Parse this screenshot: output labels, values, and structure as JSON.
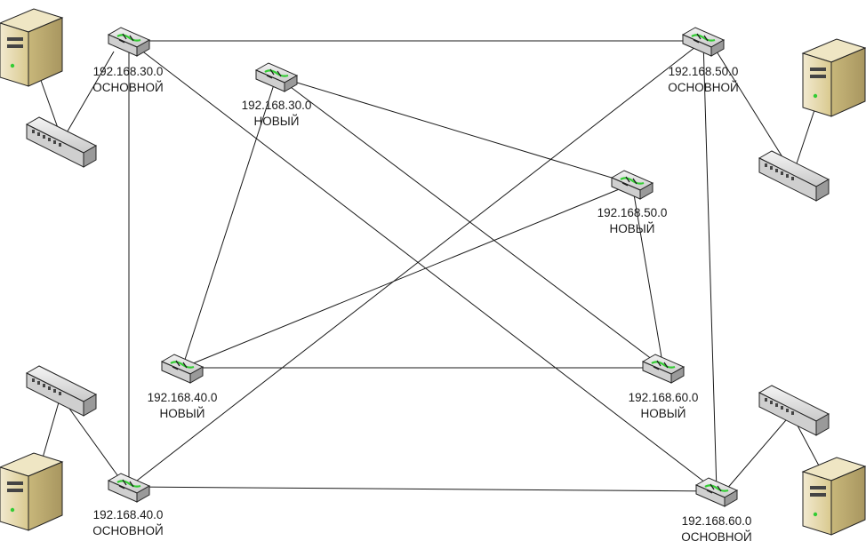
{
  "routers": {
    "r30_main": {
      "ip": "192.168.30.0",
      "tag": "ОСНОВНОЙ"
    },
    "r30_new": {
      "ip": "192.168.30.0",
      "tag": "НОВЫЙ"
    },
    "r50_main": {
      "ip": "192.168.50.0",
      "tag": "ОСНОВНОЙ"
    },
    "r50_new": {
      "ip": "192.168.50.0",
      "tag": "НОВЫЙ"
    },
    "r40_new": {
      "ip": "192.168.40.0",
      "tag": "НОВЫЙ"
    },
    "r60_new": {
      "ip": "192.168.60.0",
      "tag": "НОВЫЙ"
    },
    "r40_main": {
      "ip": "192.168.40.0",
      "tag": "ОСНОВНОЙ"
    },
    "r60_main": {
      "ip": "192.168.60.0",
      "tag": "ОСНОВНОЙ"
    }
  },
  "links": [
    [
      "r30_main",
      "r50_main"
    ],
    [
      "r30_main",
      "r40_main"
    ],
    [
      "r30_main",
      "r60_main"
    ],
    [
      "r50_main",
      "r60_main"
    ],
    [
      "r50_main",
      "r40_main"
    ],
    [
      "r40_main",
      "r60_main"
    ],
    [
      "r30_new",
      "r50_new"
    ],
    [
      "r30_new",
      "r40_new"
    ],
    [
      "r30_new",
      "r60_new"
    ],
    [
      "r50_new",
      "r60_new"
    ],
    [
      "r50_new",
      "r40_new"
    ],
    [
      "r40_new",
      "r60_new"
    ]
  ],
  "colors": {
    "line": "#1a1a1a",
    "accent": "#33cc33",
    "device": "#d9d9d9",
    "server": "#e9dcb0"
  }
}
